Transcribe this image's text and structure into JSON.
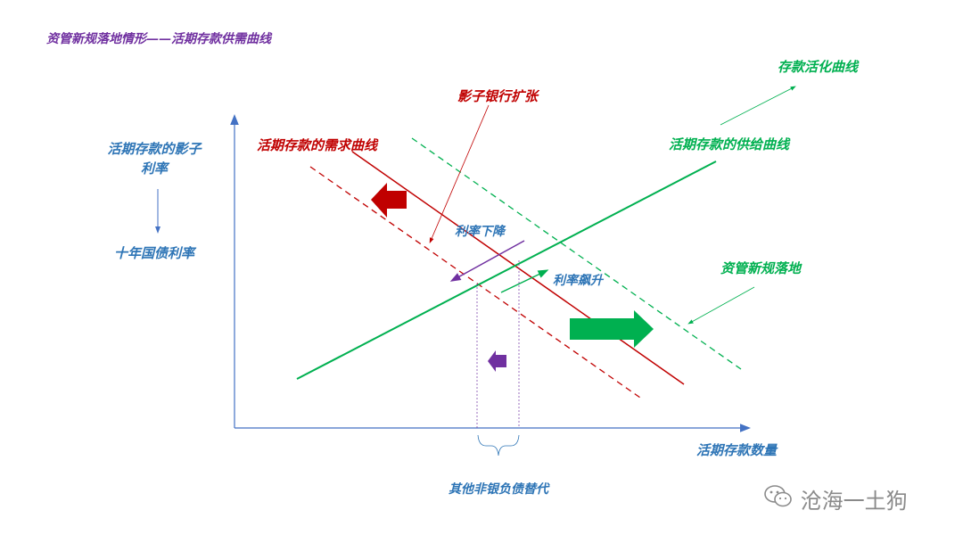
{
  "title": "资管新规落地情形——活期存款供需曲线",
  "y_axis_label_line1": "活期存款的影子",
  "y_axis_label_line2": "利率",
  "y_axis_sub_label": "十年国债利率",
  "x_axis_label": "活期存款数量",
  "demand_curve_label": "活期存款的需求曲线",
  "shadow_bank_label": "影子银行扩张",
  "supply_curve_label": "活期存款的供给曲线",
  "active_curve_label": "存款活化曲线",
  "new_regulation_label": "资管新规落地",
  "rate_down_label": "利率下降",
  "rate_up_label": "利率飙升",
  "other_substitute_label": "其他非银负债替代",
  "watermark_text": "沧海一土狗",
  "colors": {
    "title": "#7030a0",
    "axis": "#4472c4",
    "label_blue": "#2e75b6",
    "demand_red": "#c00000",
    "supply_green": "#00b050",
    "purple": "#7030a0"
  }
}
